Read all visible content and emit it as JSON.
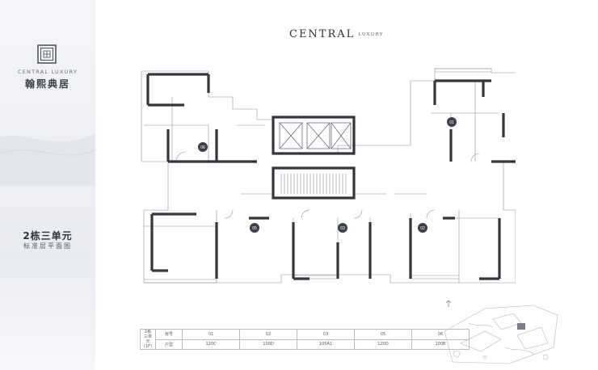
{
  "brand": {
    "name_en": "CENTRAL LUXURY",
    "name_cn": "翰熙典居"
  },
  "header": {
    "logo_main": "CENTRAL",
    "logo_sub": "LUXURY"
  },
  "unit": {
    "title": "2栋三单元",
    "subtitle": "标准层平面图"
  },
  "plan": {
    "unit_labels": [
      "01",
      "02",
      "03",
      "05",
      "06"
    ]
  },
  "table": {
    "row_head": [
      "2栋",
      "三单元",
      "(1F)"
    ],
    "header_label": "房号",
    "area_label": "户型",
    "columns": [
      {
        "room": "01",
        "type": "120C"
      },
      {
        "room": "02",
        "type": "100D"
      },
      {
        "room": "03",
        "type": "105A1"
      },
      {
        "room": "05",
        "type": "120D"
      },
      {
        "room": "06",
        "type": "100B"
      }
    ]
  },
  "colors": {
    "wall": "#33363d",
    "thin_line": "#8d9099",
    "accent_text": "#2e3340"
  }
}
